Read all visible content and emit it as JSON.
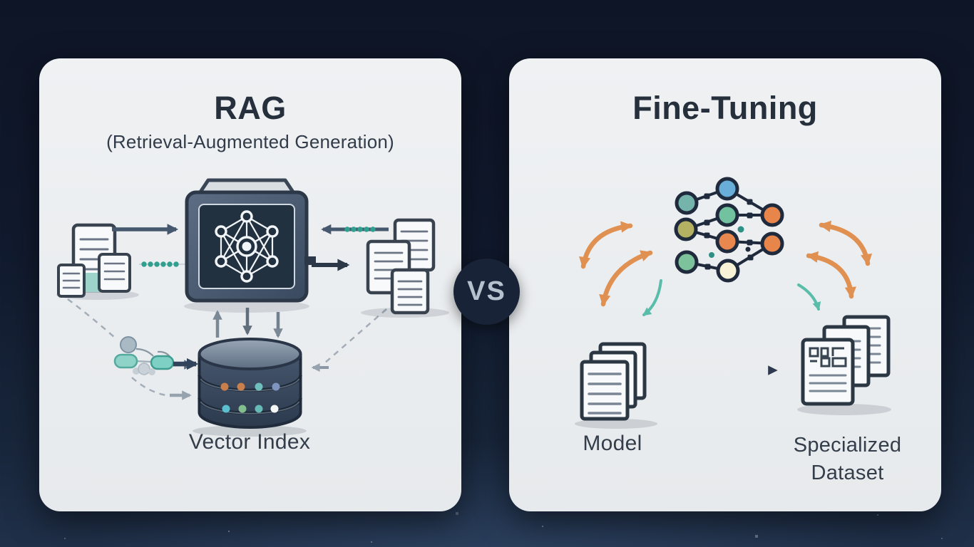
{
  "vs_badge": {
    "label": "VS"
  },
  "rag_panel": {
    "title": "RAG",
    "subtitle": "(Retrieval-Augmented Generation)",
    "vector_index_label": "Vector Index"
  },
  "fine_tuning_panel": {
    "title": "Fine-Tuning",
    "model_label": "Model",
    "dataset_label": "Specialized Dataset"
  },
  "colors": {
    "background_top": "#0e1526",
    "background_bottom": "#203049",
    "panel_background": "#edeff1",
    "heading_ink": "#262f3c",
    "caption_ink": "#343d4a",
    "vs_circle_background": "#192338",
    "vs_text": "#b7c0cd",
    "teal_accent": "#2fa090",
    "orange_accent": "#e09152",
    "slate_icon": "#3c4c61",
    "node_blue": "#68aed8",
    "node_green": "#7cc29b",
    "node_olive": "#b5b163",
    "node_orange": "#e8854b",
    "node_pale": "#f8f3d6"
  },
  "icons": {
    "rag_panel": [
      "source-documents-icon",
      "neural-cube-icon",
      "retrieved-documents-icon",
      "vector-database-icon",
      "query-tokens-icon",
      "embedding-dots-icon"
    ],
    "fine_tuning_panel": [
      "neural-network-icon",
      "training-loop-arrows-icon",
      "model-documents-icon",
      "specialized-dataset-icon"
    ]
  }
}
